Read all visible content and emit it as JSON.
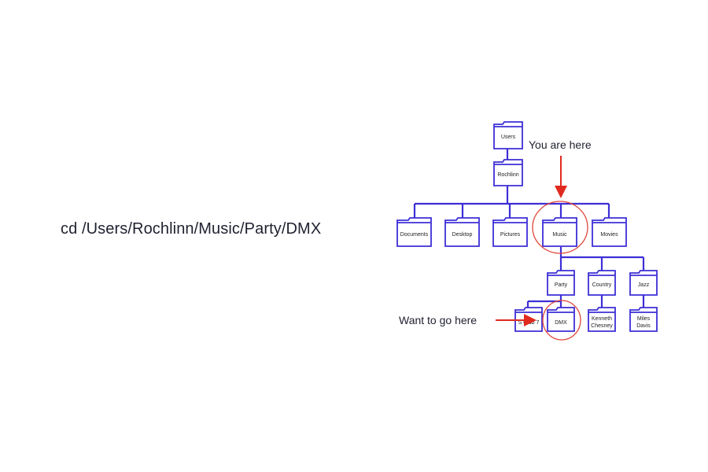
{
  "command": "cd /Users/Rochlinn/Music/Party/DMX",
  "annotations": {
    "you_are_here": "You are here",
    "want_to_go_here": "Want to go here"
  },
  "folders": {
    "users": [
      "Users"
    ],
    "rochlinn": [
      "Rochlinn"
    ],
    "documents": [
      "Documents"
    ],
    "desktop": [
      "Desktop"
    ],
    "pictures": [
      "Pictures"
    ],
    "music": [
      "Music"
    ],
    "movies": [
      "Movies"
    ],
    "party": [
      "Party"
    ],
    "country": [
      "Country"
    ],
    "jazz": [
      "Jazz"
    ],
    "sclub7": [
      "S Club 7"
    ],
    "dmx": [
      "DMX"
    ],
    "kenneth": [
      "Kenneth",
      "Chesney"
    ],
    "miles": [
      "Miles",
      "Davis"
    ]
  },
  "colors": {
    "tree": "#3d2fd6",
    "arrow": "#e02a1f",
    "highlight_circle": "#e0453a"
  }
}
